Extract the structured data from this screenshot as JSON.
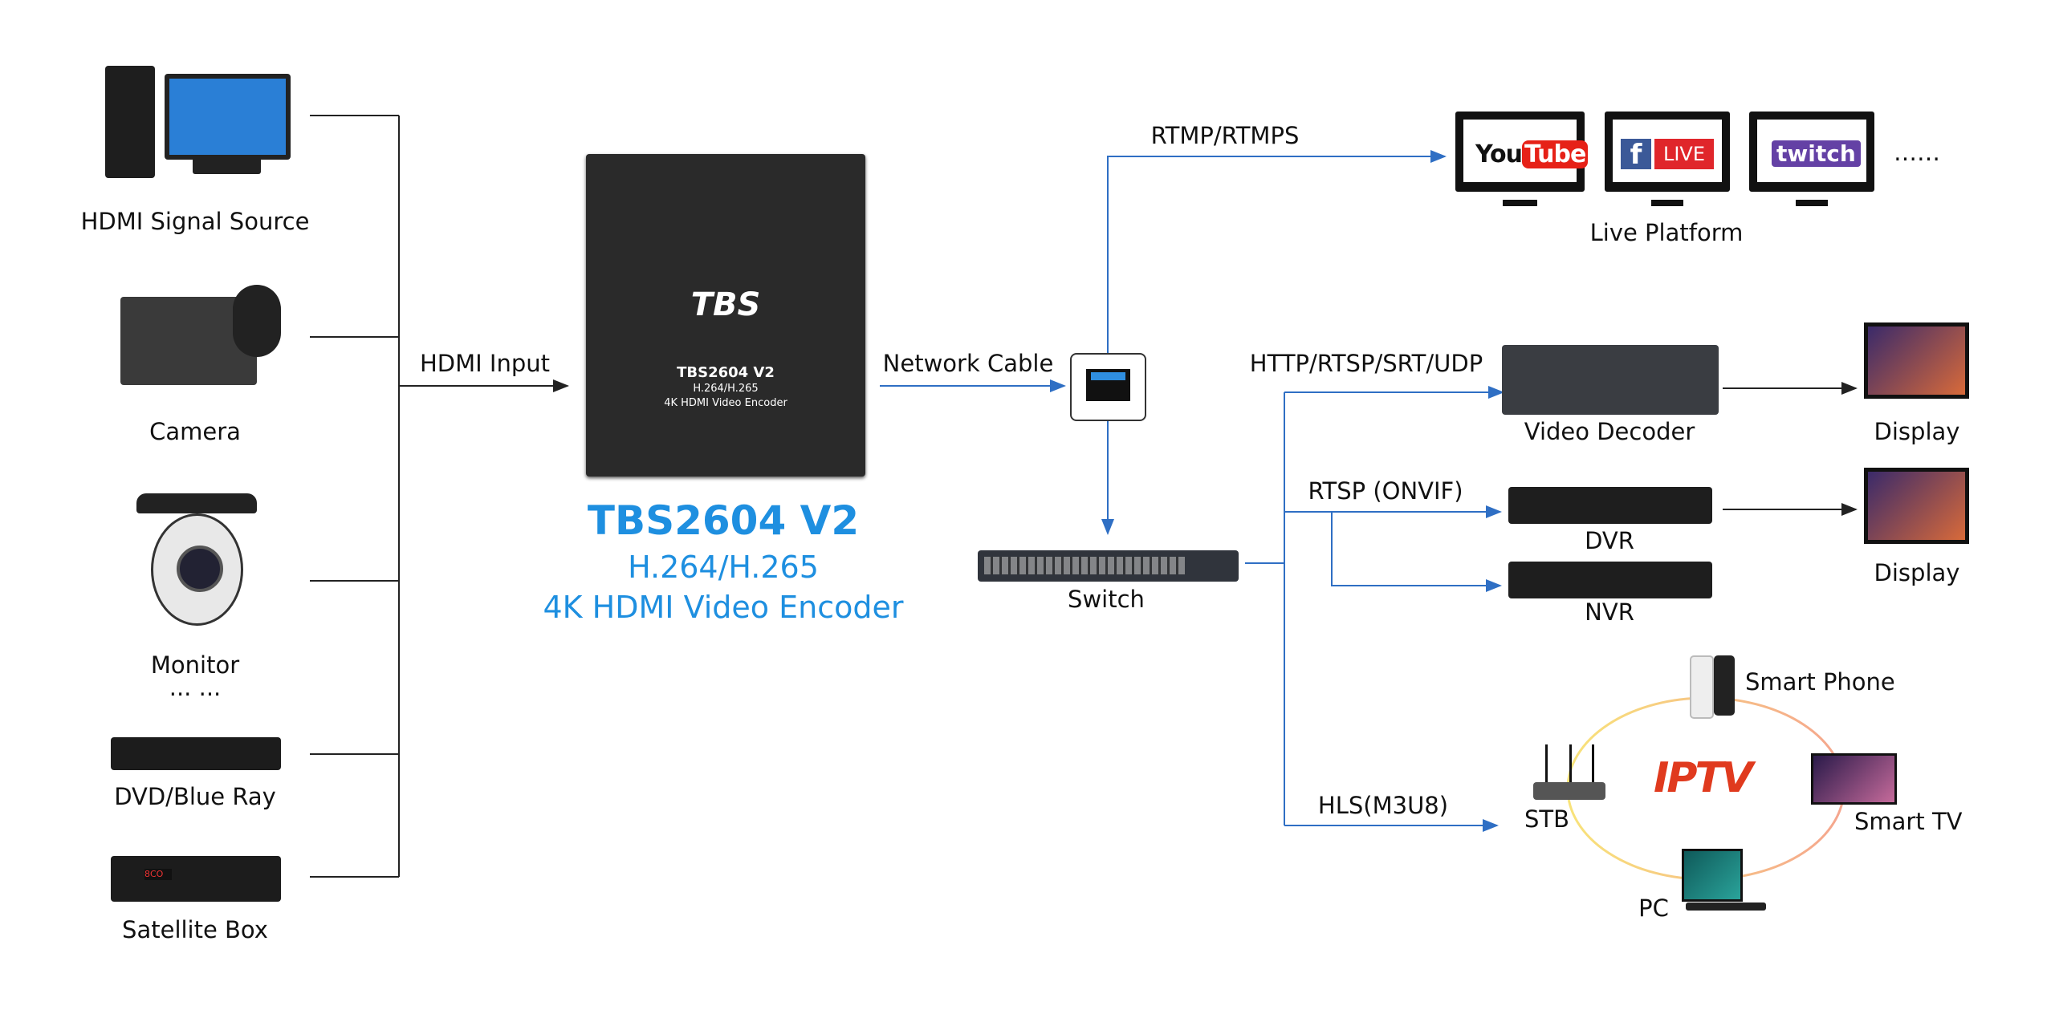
{
  "sources": [
    {
      "label": "HDMI Signal Source",
      "icon": "desktop-computer-icon"
    },
    {
      "label": "Camera",
      "icon": "cinema-camera-icon"
    },
    {
      "label": "Monitor",
      "icon": "security-camera-icon",
      "extra": "... ..."
    },
    {
      "label": "DVD/Blue Ray",
      "icon": "dvd-player-icon"
    },
    {
      "label": "Satellite Box",
      "icon": "satellite-receiver-icon"
    }
  ],
  "links": {
    "hdmi_input": "HDMI Input",
    "network_cable": "Network Cable",
    "rtmp": "RTMP/RTMPS",
    "http": "HTTP/RTSP/SRT/UDP",
    "rtsp": "RTSP (ONVIF)",
    "hls": "HLS(M3U8)"
  },
  "encoder": {
    "model": "TBS2604 V2",
    "codec": "H.264/H.265",
    "desc": "4K HDMI Video Encoder",
    "logo": "TBS"
  },
  "switch_label": "Switch",
  "live": {
    "label": "Live Platform",
    "platforms": [
      "YouTube",
      "LIVE",
      "twitch"
    ],
    "youtube_a": "You",
    "youtube_b": "Tube",
    "fb_f": "f",
    "more": "……"
  },
  "outputs": {
    "decoder": "Video Decoder",
    "display1": "Display",
    "dvr": "DVR",
    "display2": "Display",
    "nvr": "NVR"
  },
  "iptv": {
    "logo": "IPTV",
    "smart_phone": "Smart Phone",
    "stb": "STB",
    "smart_tv": "Smart TV",
    "pc": "PC"
  },
  "colors": {
    "line_blue": "#2f6fc4",
    "title_blue": "#1e8fe0",
    "wire": "#222"
  }
}
